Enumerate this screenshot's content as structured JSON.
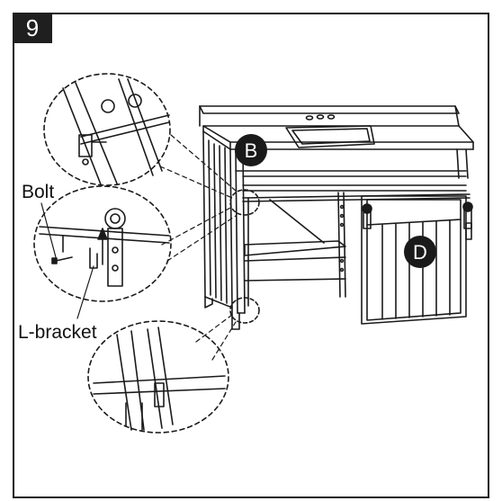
{
  "step": {
    "number": "9"
  },
  "labels": {
    "bolt": "Bolt",
    "l_bracket": "L-bracket"
  },
  "parts": {
    "top": "B",
    "door": "D"
  }
}
